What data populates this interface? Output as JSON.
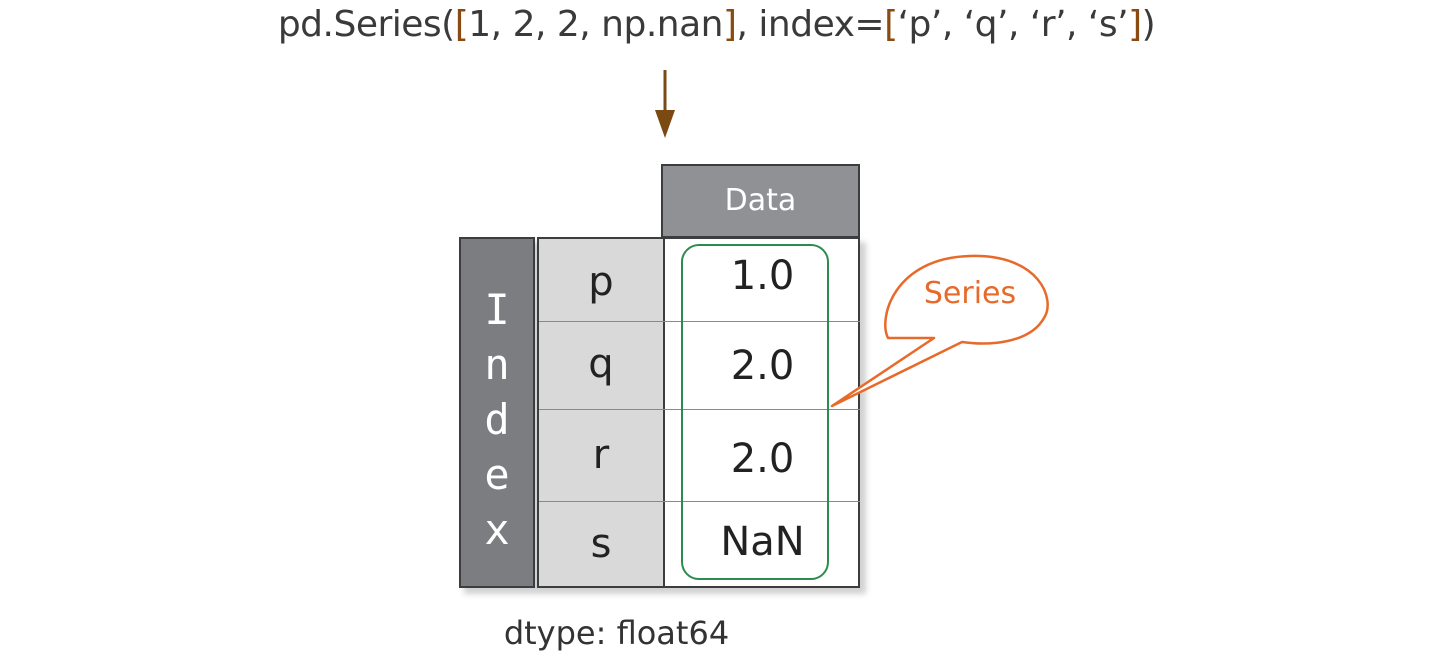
{
  "code": {
    "prefix": "pd.Series(",
    "open": "[",
    "values": "1, 2, 2, np.nan",
    "close": "]",
    "middle": ", index=",
    "open2": "[",
    "index_values": "‘p’, ‘q’, ‘r’, ‘s’",
    "close2": "]",
    "suffix": ")"
  },
  "index_letters": [
    "I",
    "n",
    "d",
    "e",
    "x"
  ],
  "table": {
    "header": "Data",
    "rows": [
      {
        "index": "p",
        "value": "1.0"
      },
      {
        "index": "q",
        "value": "2.0"
      },
      {
        "index": "r",
        "value": "2.0"
      },
      {
        "index": "s",
        "value": "NaN"
      }
    ]
  },
  "callout_label": "Series",
  "dtype_label": "dtype: float64",
  "colors": {
    "arrow": "#7a4a12",
    "series_box": "#2e8b4f",
    "callout": "#e86a2a",
    "header_bg": "#8f9194",
    "index_bg": "#7b7d80"
  }
}
